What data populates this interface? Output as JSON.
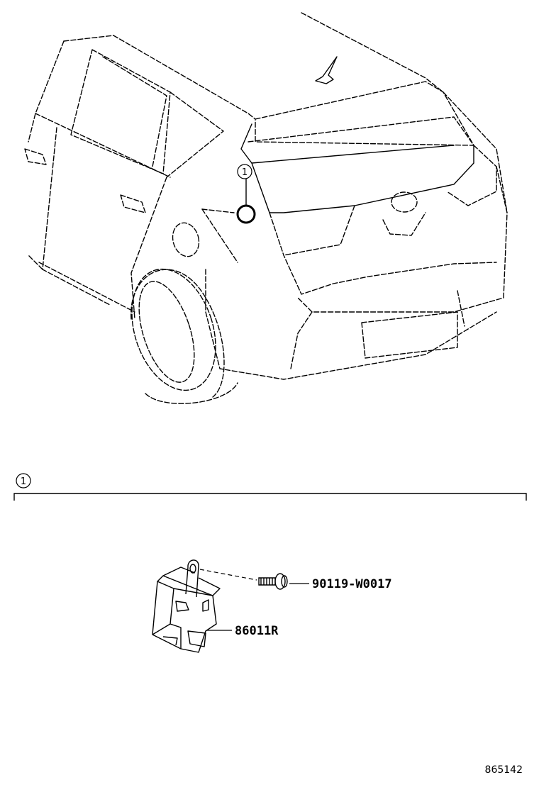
{
  "diagram": {
    "callout_number": "1",
    "section_callout_number": "1",
    "parts": [
      {
        "number": "90119-W0017"
      },
      {
        "number": "86011R"
      }
    ],
    "illustration_ref": "865142"
  }
}
